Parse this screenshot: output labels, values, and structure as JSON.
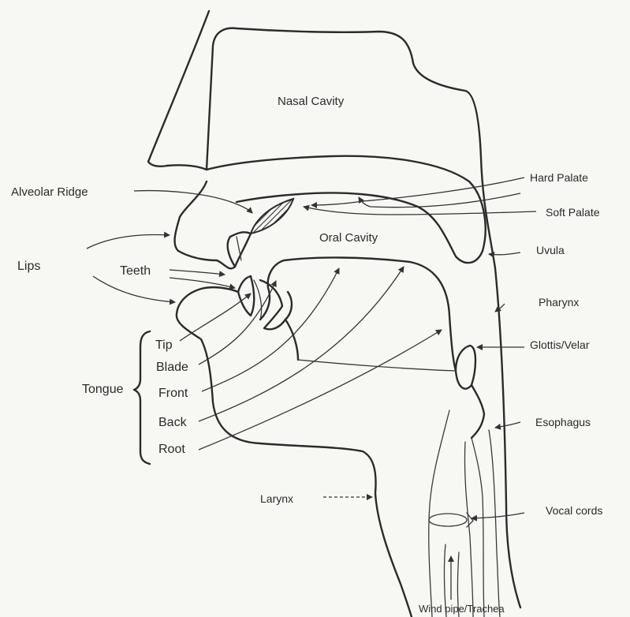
{
  "labels": {
    "nasal_cavity": "Nasal Cavity",
    "alveolar_ridge": "Alveolar Ridge",
    "hard_palate": "Hard Palate",
    "soft_palate": "Soft Palate",
    "oral_cavity": "Oral Cavity",
    "uvula": "Uvula",
    "lips": "Lips",
    "teeth": "Teeth",
    "pharynx": "Pharynx",
    "glottis_velar": "Glottis/Velar",
    "tip": "Tip",
    "blade": "Blade",
    "tongue": "Tongue",
    "front": "Front",
    "esophagus": "Esophagus",
    "back": "Back",
    "root": "Root",
    "larynx": "Larynx",
    "vocal_cords": "Vocal cords",
    "windpipe": "Wind pipe/Trachea"
  },
  "colors": {
    "line": "#2b2b2b",
    "background": "#f7f7f4",
    "text": "#2a2a2a"
  }
}
